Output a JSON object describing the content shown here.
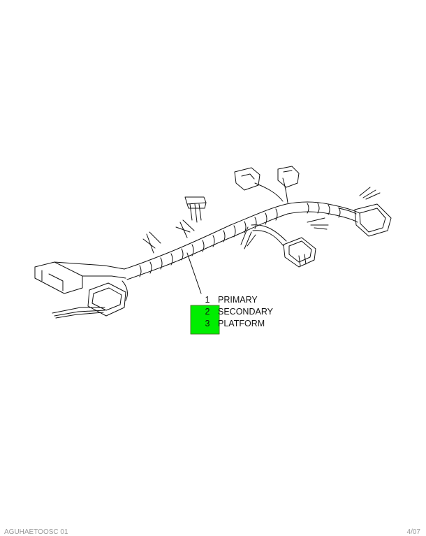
{
  "callouts": [
    {
      "number": "1",
      "label": "PRIMARY"
    },
    {
      "number": "2",
      "label": "SECONDARY"
    },
    {
      "number": "3",
      "label": "PLATFORM"
    }
  ],
  "highlight_color": "#00ee00",
  "footer": {
    "left": "AGUHAETOOSC 01",
    "right": "4/07"
  }
}
